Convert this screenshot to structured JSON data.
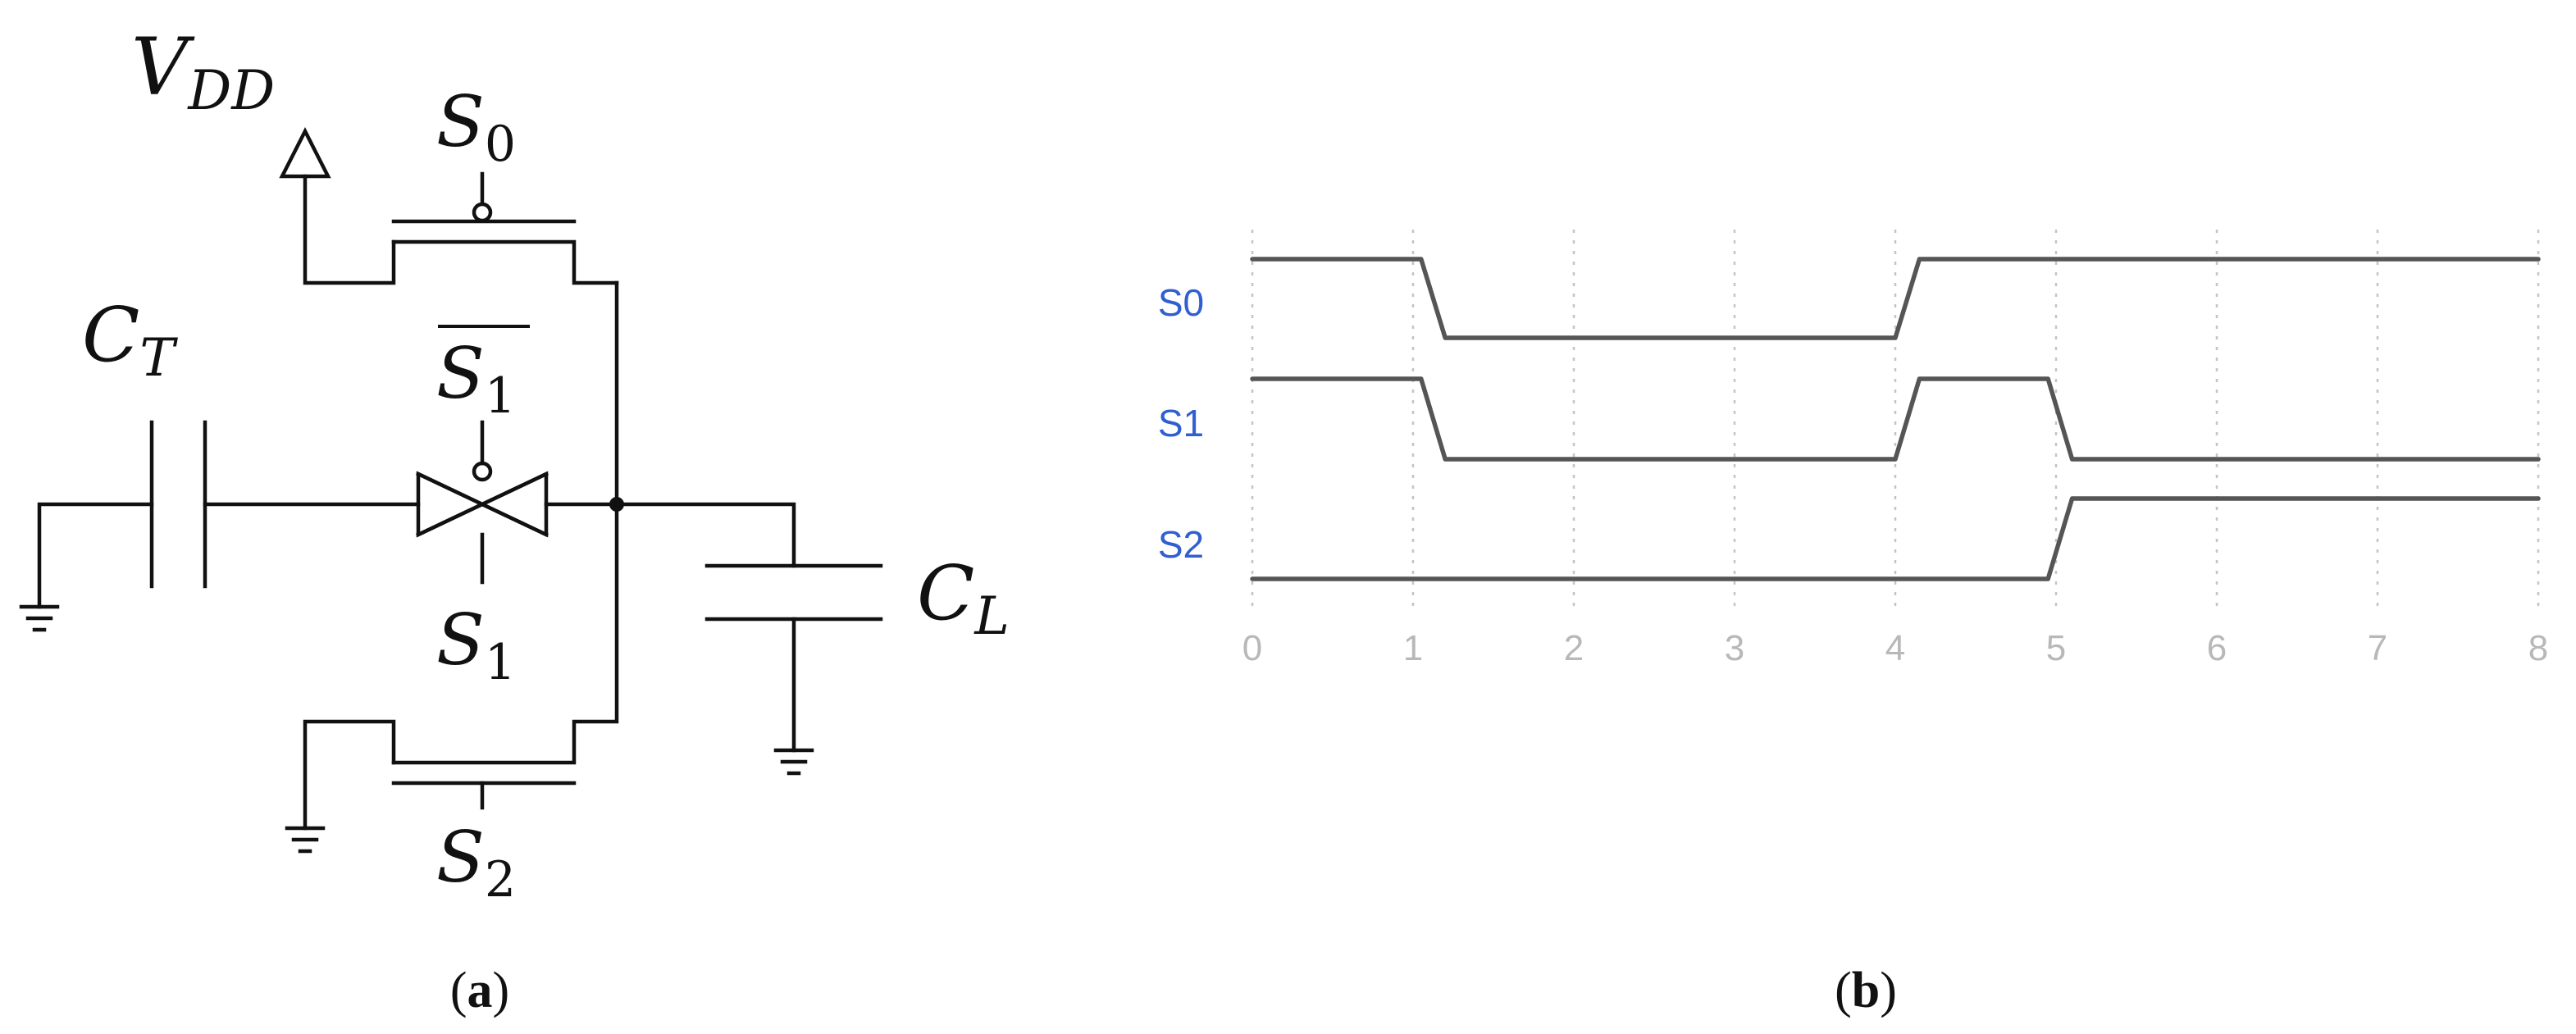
{
  "circuit": {
    "vdd": {
      "main": "V",
      "sub": "DD"
    },
    "s0": {
      "main": "S",
      "sub": "0"
    },
    "ct": {
      "main": "C",
      "sub": "T"
    },
    "s1_bar": {
      "main": "S",
      "sub": "1"
    },
    "s1": {
      "main": "S",
      "sub": "1"
    },
    "s2": {
      "main": "S",
      "sub": "2"
    },
    "cl": {
      "main": "C",
      "sub": "L"
    }
  },
  "captions": {
    "a": {
      "open": "(",
      "letter": "a",
      "close": ")"
    },
    "b": {
      "open": "(",
      "letter": "b",
      "close": ")"
    }
  },
  "chart_data": {
    "type": "line",
    "title": "",
    "xlabel": "",
    "ylabel": "",
    "xlim": [
      0,
      8
    ],
    "x_ticks": [
      "0",
      "1",
      "2",
      "3",
      "4",
      "5",
      "6",
      "7",
      "8"
    ],
    "grid": "vertical dotted",
    "series": [
      {
        "name": "S0",
        "points": [
          [
            0,
            1
          ],
          [
            1.05,
            1
          ],
          [
            1.2,
            0
          ],
          [
            4.0,
            0
          ],
          [
            4.15,
            1
          ],
          [
            8,
            1
          ]
        ]
      },
      {
        "name": "S1",
        "points": [
          [
            0,
            1
          ],
          [
            1.05,
            1
          ],
          [
            1.2,
            0
          ],
          [
            4.0,
            0
          ],
          [
            4.15,
            1
          ],
          [
            4.95,
            1
          ],
          [
            5.1,
            0
          ],
          [
            8,
            0
          ]
        ]
      },
      {
        "name": "S2",
        "points": [
          [
            0,
            0
          ],
          [
            4.95,
            0
          ],
          [
            5.1,
            1
          ],
          [
            8,
            1
          ]
        ]
      }
    ],
    "colors": {
      "trace": "#555555",
      "label": "#2f5fd0",
      "tick": "#b8b8b8",
      "grid": "#c4c4c4"
    }
  }
}
